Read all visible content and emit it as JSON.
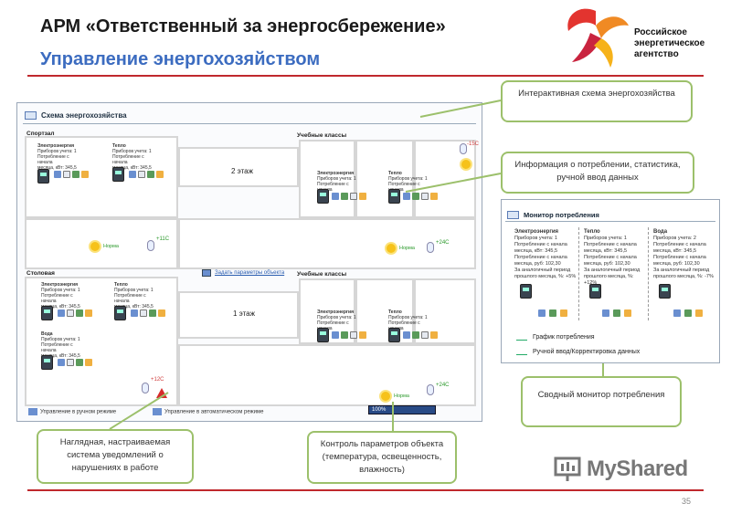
{
  "header": {
    "title": "АРМ «Ответственный за энергосбережение»",
    "subtitle": "Управление энергохозяйством",
    "agency_line1": "Российское",
    "agency_line2": "энергетическое",
    "agency_line3": "агентство"
  },
  "scheme": {
    "window_title": "Схема энергохозяйства",
    "rooms": {
      "gym": "Спортзал",
      "classes_top": "Учебные классы",
      "canteen": "Столовая",
      "classes_bottom": "Учебные классы",
      "floor2": "2 этаж",
      "floor1": "1 этаж"
    },
    "meters": {
      "electricity": "Электроэнергия",
      "heat": "Тепло",
      "water": "Вода",
      "counters_line": "Приборов учета: 1",
      "since_line": "Потребление с начала",
      "month_line": "месяца, кВт: 345,5"
    },
    "status": {
      "norm": "Норма",
      "t_minus15": "-15С",
      "t_plus11": "+11С",
      "t_plus24": "+24С",
      "t_plus12": "+12С"
    },
    "set_params_link": "Задать параметры объекта",
    "mode_manual": "Управление в ручном режиме",
    "mode_auto": "Управление в автоматическом режиме",
    "zoom": "100%"
  },
  "monitor": {
    "title": "Монитор потребления",
    "cols": [
      {
        "name": "Электроэнергия",
        "l1": "Приборов учета: 1",
        "l2": "Потребление с начала месяца, кВт: 345,5",
        "l3": "Потребление с начала месяца, руб: 102,30",
        "l4": "За аналогичный период прошлого месяца, %: +5%"
      },
      {
        "name": "Тепло",
        "l1": "Приборов учета: 1",
        "l2": "Потребление с начала месяца, кВт: 345,5",
        "l3": "Потребление с начала месяца, руб: 102,30",
        "l4": "За аналогичный период прошлого месяца, %: +12%"
      },
      {
        "name": "Вода",
        "l1": "Приборов учета: 2",
        "l2": "Потребление с начала месяца, кВт: 345,5",
        "l3": "Потребление с начала месяца, руб: 102,30",
        "l4": "За аналогичный период прошлого месяца, %: -7%"
      }
    ],
    "chart_link": "График потребления",
    "manual_link": "Ручной ввод/Корректировка данных"
  },
  "callouts": {
    "interactive": "Интерактивная схема энергохозяйства",
    "info": "Информация о потреблении, статистика, ручной ввод данных",
    "summary": "Сводный монитор потребления",
    "alerts": "Наглядная, настраиваемая система уведомлений о нарушениях в работе",
    "control": "Контроль параметров объекта (температура, освещенность, влажность)"
  },
  "footer": {
    "brand": "MyShared",
    "page": "35"
  }
}
